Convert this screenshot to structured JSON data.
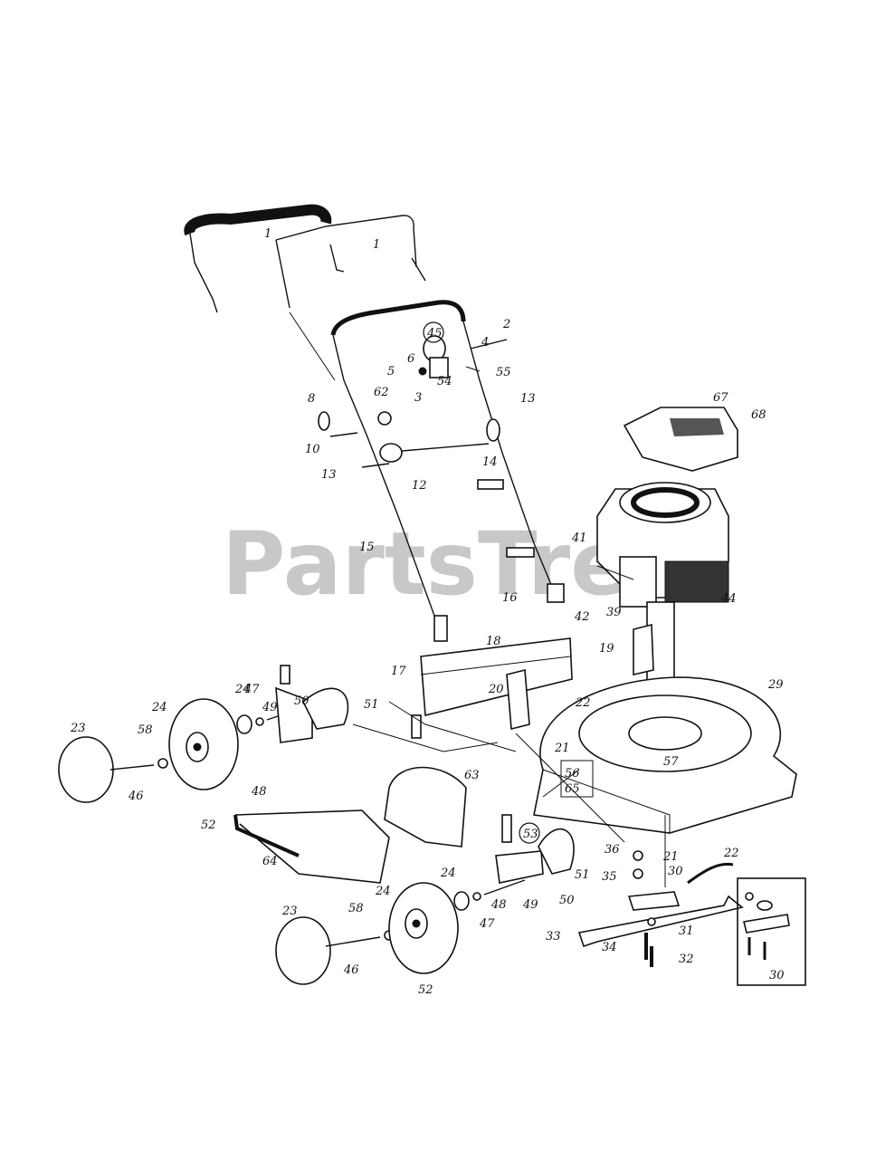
{
  "watermark": "PartsTree",
  "callouts": {
    "handle_upper_a": "1",
    "handle_upper_b": "1",
    "bolt_2": "2",
    "nut_3": "3",
    "part_4": "4",
    "nut_5": "5",
    "part_6": "6",
    "handle_lower": "8",
    "knob_10": "10",
    "knob_12": "12",
    "bolt_13a": "13",
    "bolt_13b": "13",
    "clip_14": "14",
    "handle_15": "15",
    "bolt_16": "16",
    "clip_17": "17",
    "rear_baffle_18": "18",
    "bracket_19": "19",
    "bracket_20": "20",
    "bolt_21a": "21",
    "bolt_21b": "21",
    "nut_22a": "22",
    "nut_22b": "22",
    "hubcap_23a": "23",
    "hubcap_23b": "23",
    "nut_24a": "24",
    "nut_24b": "24",
    "nut_24c": "24",
    "nut_24d": "24",
    "deck_29": "29",
    "adapter_30a": "30",
    "adapter_30b": "30",
    "washer_31": "31",
    "bolt_32": "32",
    "blade_33": "33",
    "bolt_34": "34",
    "washer_35": "35",
    "nut_36": "36",
    "engine_39": "39",
    "bolt_41": "41",
    "bolt_42": "42",
    "engine_44": "44",
    "cable_45": "45",
    "bolt_46a": "46",
    "bolt_46b": "46",
    "washer_47a": "47",
    "washer_47b": "47",
    "bolt_48a": "48",
    "bolt_48b": "48",
    "lever_49a": "49",
    "lever_49b": "49",
    "plate_50a": "50",
    "plate_50b": "50",
    "spring_51a": "51",
    "spring_51b": "51",
    "wheel_52a": "52",
    "wheel_52b": "52",
    "knob_53": "53",
    "part_54": "54",
    "bolt_55": "55",
    "label_56": "56",
    "washer_57": "57",
    "washer_58a": "58",
    "washer_58b": "58",
    "bolt_62": "62",
    "chute_63": "63",
    "bag_64": "64",
    "label_65": "65",
    "screw_67": "67",
    "cover_68": "68"
  }
}
